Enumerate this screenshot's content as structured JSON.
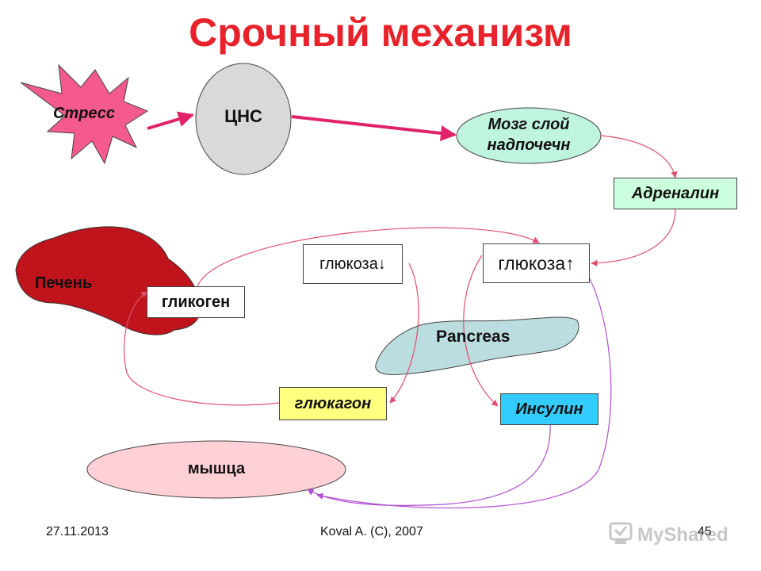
{
  "title": "Срочный механизм",
  "nodes": {
    "stress": "Стресс",
    "cns": "ЦНС",
    "adrenal_line1": "Мозг слой",
    "adrenal_line2": "надпочечн",
    "adrenaline": "Адреналин",
    "liver": "Печень",
    "glycogen": "гликоген",
    "glucose_down": "глюкоза↓",
    "glucose_up": "глюкоза↑",
    "pancreas": "Pancreas",
    "glucagon": "глюкагон",
    "insulin": "Инсулин",
    "muscle": "мышца"
  },
  "colors": {
    "title": "#e8222a",
    "stress_fill": "#f45a8c",
    "cns_fill": "#d9d9d9",
    "adrenal_fill": "#bff5df",
    "liver_fill": "#c0141c",
    "pancreas_fill": "#bcdde0",
    "glucagon_fill": "#ffff80",
    "insulin_fill": "#33ccff",
    "muscle_fill": "#ffd0d6",
    "arrow_main": "#e0226a",
    "arrow_thin": "#e04f6e",
    "arrow_violet": "#b04fd0"
  },
  "footer": {
    "date": "27.11.2013",
    "author": "Koval A. (C), 2007",
    "page": "45"
  },
  "watermark": "MyShared"
}
